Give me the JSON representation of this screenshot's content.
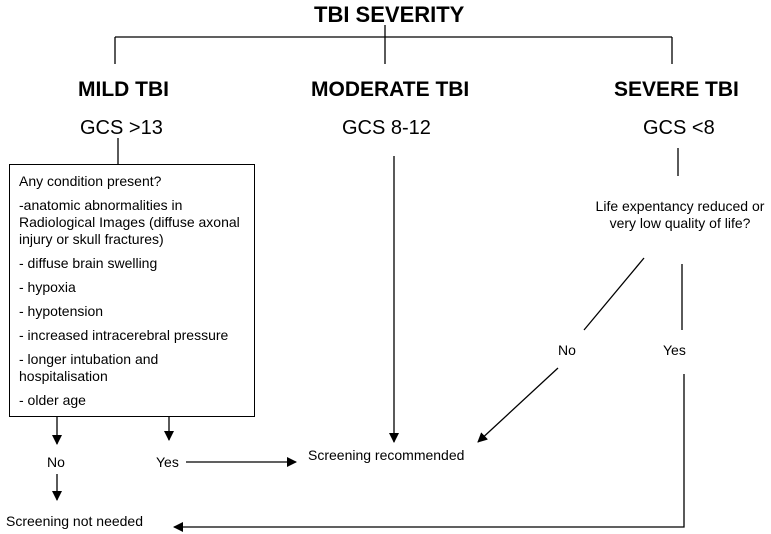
{
  "title": "TBI SEVERITY",
  "columns": {
    "mild": {
      "heading": "MILD TBI",
      "gcs": "GCS >13"
    },
    "moderate": {
      "heading": "MODERATE TBI",
      "gcs": "GCS 8-12"
    },
    "severe": {
      "heading": "SEVERE TBI",
      "gcs": "GCS <8"
    }
  },
  "mild_box": {
    "question": "Any condition present?",
    "conditions": [
      [
        "-anatomic abnormalities in",
        "Radiological Images (diffuse axonal",
        "injury or skull fractures)"
      ],
      [
        "- diffuse brain swelling"
      ],
      [
        "- hypoxia"
      ],
      [
        "- hypotension"
      ],
      [
        "- increased intracerebral pressure"
      ],
      [
        "- longer intubation and",
        "hospitalisation"
      ],
      [
        "- older age"
      ]
    ]
  },
  "severe_question": [
    "Life expentancy   reduced or",
    "very low quality of life?"
  ],
  "answers": {
    "mild_no": "No",
    "mild_yes": "Yes",
    "severe_no": "No",
    "severe_yes": "Yes"
  },
  "outcomes": {
    "recommended": "Screening recommended",
    "not_needed": "Screening not needed"
  }
}
